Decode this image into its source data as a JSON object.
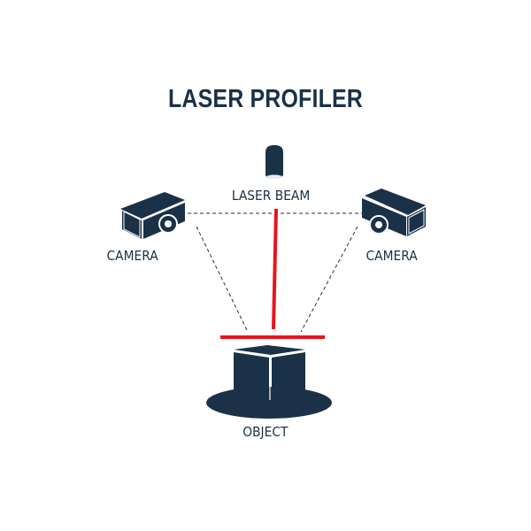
{
  "title": "LASER PROFILER",
  "labels": {
    "laser": "LASER BEAM",
    "camera_left": "CAMERA",
    "camera_right": "CAMERA",
    "object": "OBJECT"
  },
  "colors": {
    "navy": "#1b3148",
    "laser_red": "#e8141e",
    "background": "#ffffff"
  },
  "icons": [
    "laser-emitter-icon",
    "camera-icon",
    "camera-icon",
    "object-box-icon"
  ]
}
